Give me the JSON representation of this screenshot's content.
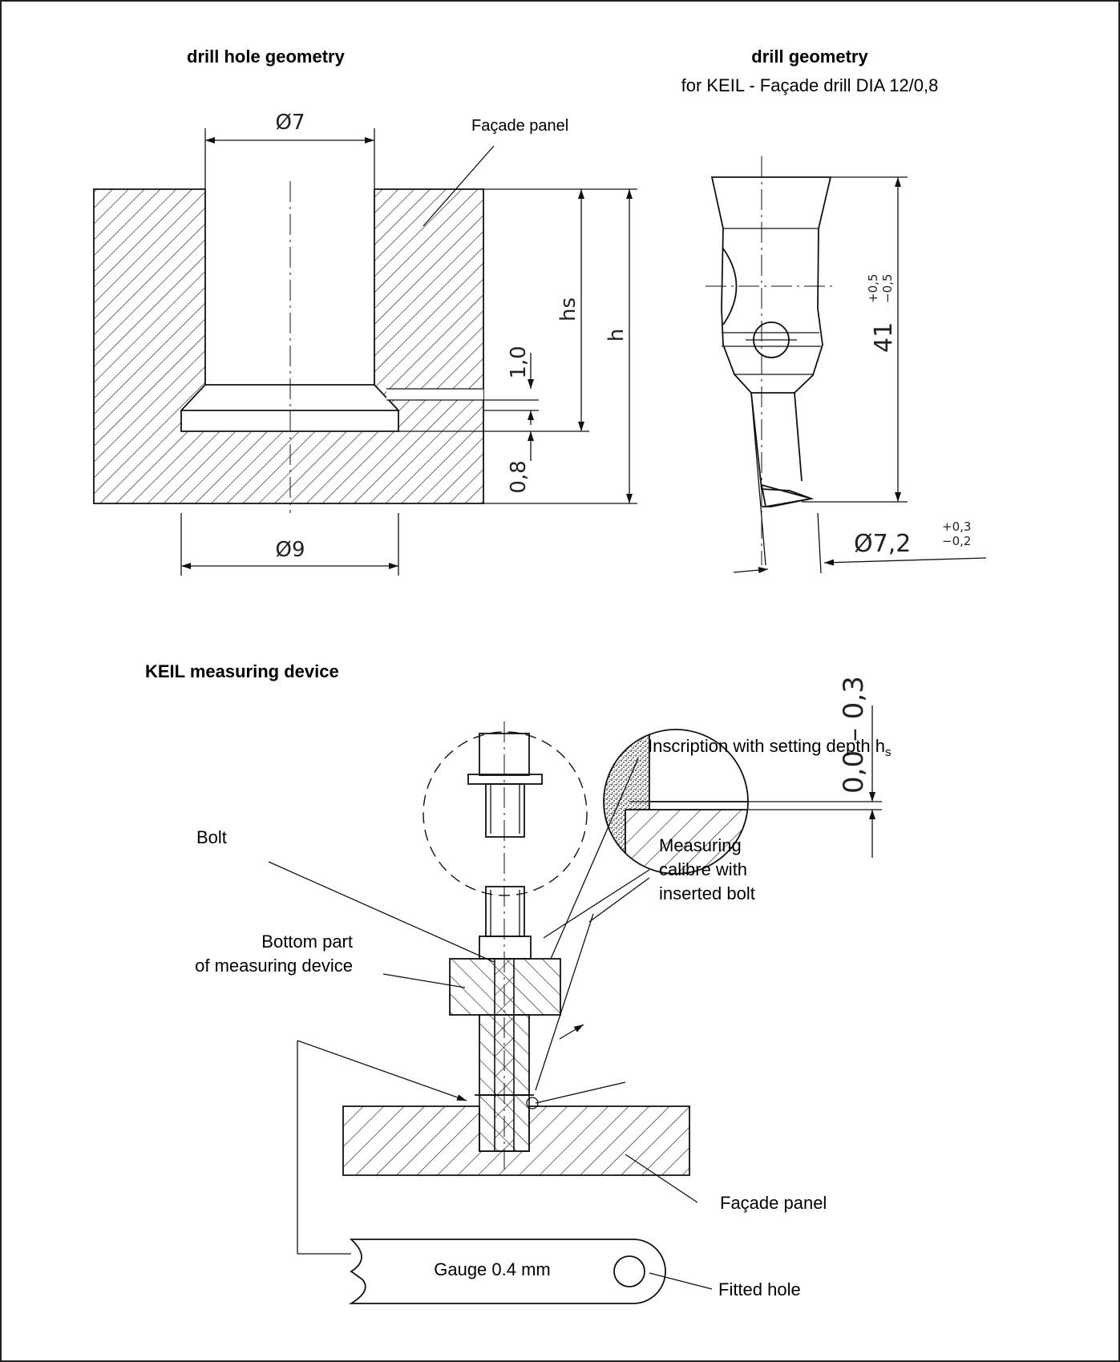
{
  "hole": {
    "title": "drill hole geometry",
    "panel_label": "Façade panel",
    "dim_top": "Ø7",
    "dim_bottom": "Ø9",
    "dim_1_0": "1,0",
    "dim_0_8": "0,8",
    "dim_hs": "hs",
    "dim_h": "h"
  },
  "drill": {
    "title": "drill geometry",
    "subtitle": "for KEIL - Façade drill DIA 12/0,8",
    "length_main": "41",
    "length_tol_plus": "+0,5",
    "length_tol_minus": "−0,5",
    "dia_main": "Ø7,2",
    "dia_tol_plus": "+0,3",
    "dia_tol_minus": "−0,2"
  },
  "device": {
    "title": "KEIL measuring device",
    "inscription": "Inscription with setting depth h",
    "inscription_sub": "s",
    "bolt": "Bolt",
    "calibre_line1": "Measuring",
    "calibre_line2": "calibre with",
    "calibre_line3": "inserted bolt",
    "bottom_line1": "Bottom part",
    "bottom_line2": "of measuring device",
    "tolerance": "0,0 – 0,3",
    "panel_label": "Façade panel",
    "gauge": "Gauge 0.4 mm",
    "fitted_hole": "Fitted hole"
  }
}
